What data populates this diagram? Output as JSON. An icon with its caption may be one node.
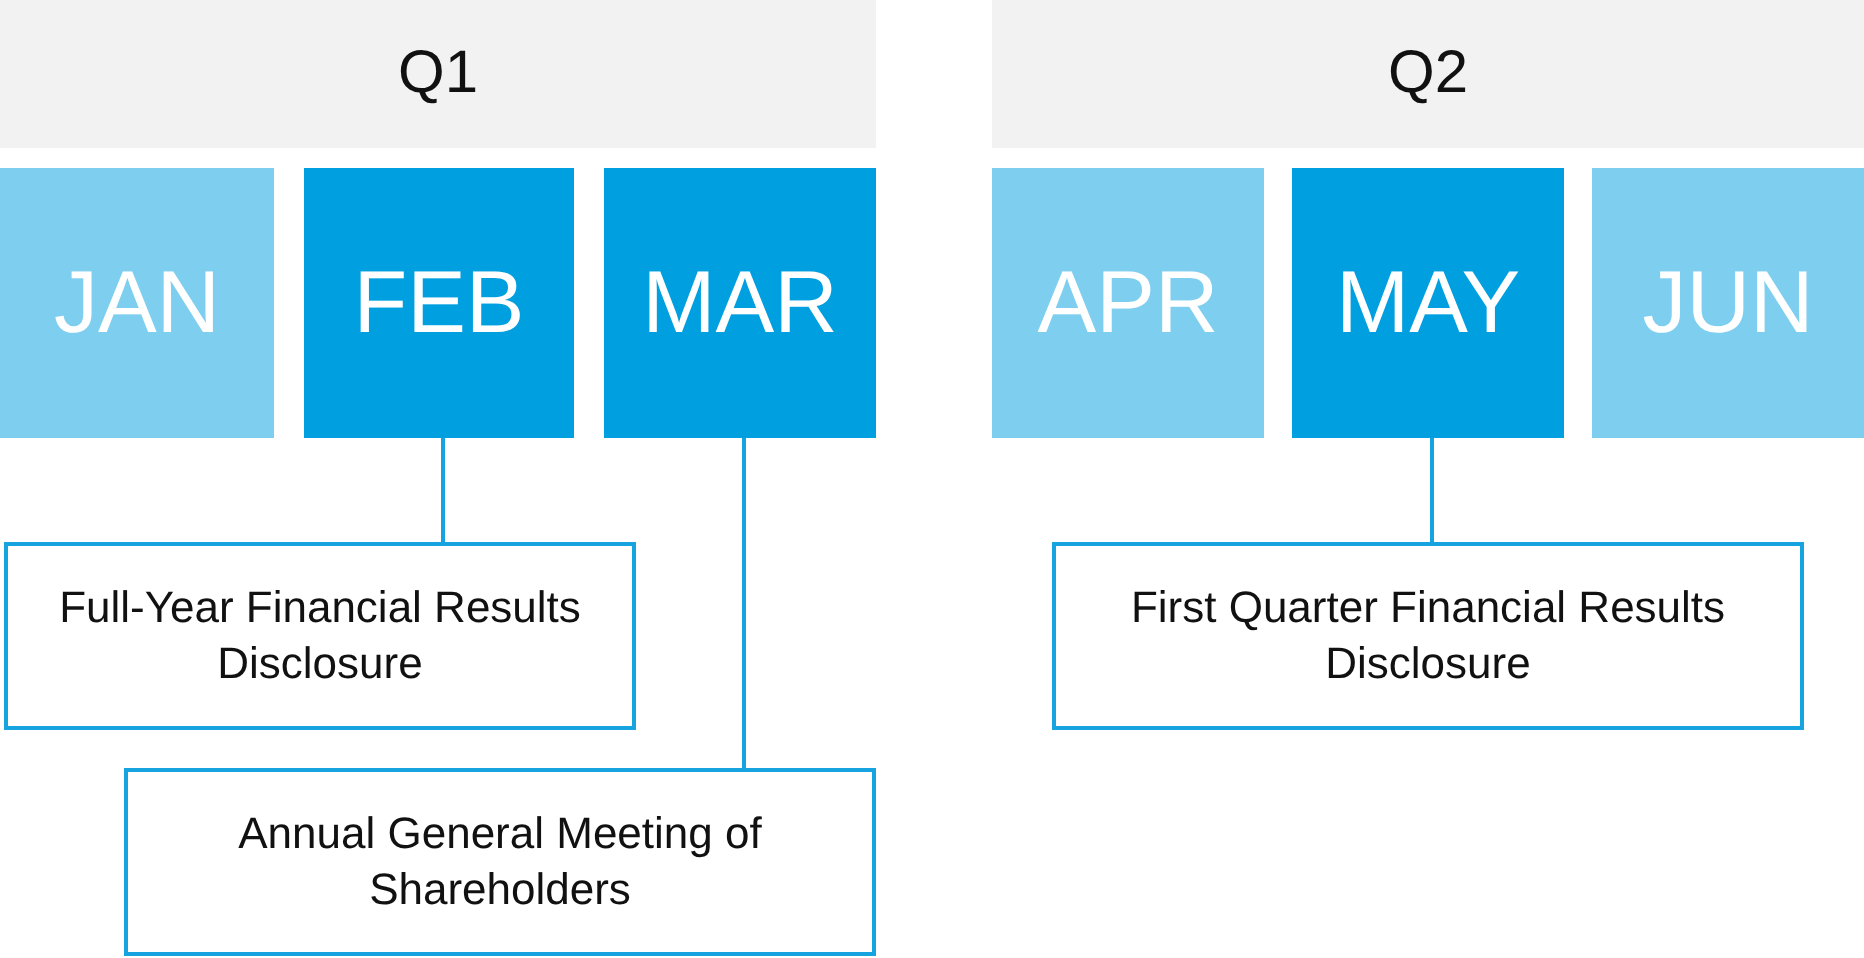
{
  "diagram": {
    "nodes": [
      {
        "text": [
          "Q1"
        ]
      },
      {
        "text": [
          "Q2"
        ]
      },
      {
        "text": [
          "JAN"
        ]
      },
      {
        "text": [
          "FEB"
        ]
      },
      {
        "text": [
          "MAR"
        ]
      },
      {
        "text": [
          "APR"
        ]
      },
      {
        "text": [
          "MAY"
        ]
      },
      {
        "text": [
          "JUN"
        ]
      },
      {
        "text": [
          "Full-Year Financial Results Disclosure"
        ]
      },
      {
        "text": [
          "Annual General Meeting of Shareholders"
        ]
      },
      {
        "text": [
          "First Quarter Financial Results Disclosure"
        ]
      }
    ],
    "edges": [
      {
        "from": 3,
        "to": 8,
        "arrow": "none"
      },
      {
        "from": 4,
        "to": 9,
        "arrow": "none"
      },
      {
        "from": 6,
        "to": 10,
        "arrow": "none"
      }
    ]
  }
}
